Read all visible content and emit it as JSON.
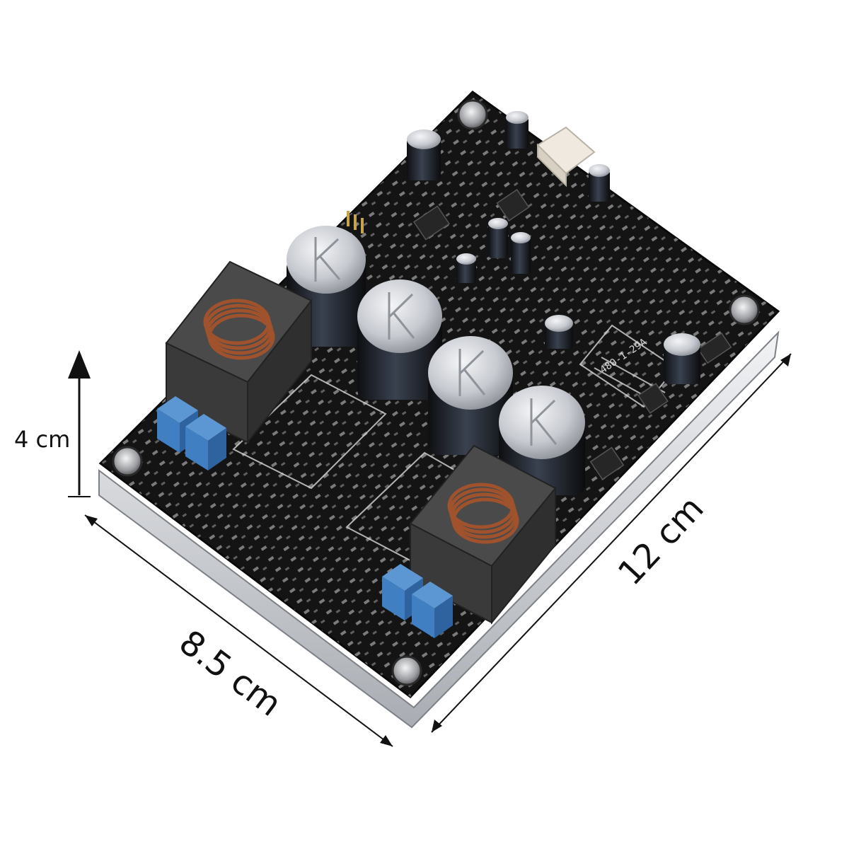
{
  "dimensions": {
    "height_label": "4 cm",
    "depth_label": "8.5 cm",
    "length_label": "12 cm"
  },
  "board_marking": "480-1-29A",
  "colors": {
    "pcb": "#141414",
    "silkscreen": "#d9d9d9",
    "tray": "#cfd2d6",
    "capacitor_sleeve": "#1d2026",
    "capacitor_top": "#c9ccd1",
    "terminal_block": "#3f7fc2",
    "inductor_core": "#3a3a3a",
    "copper_winding": "#a0522d",
    "connector": "#efe9df"
  }
}
